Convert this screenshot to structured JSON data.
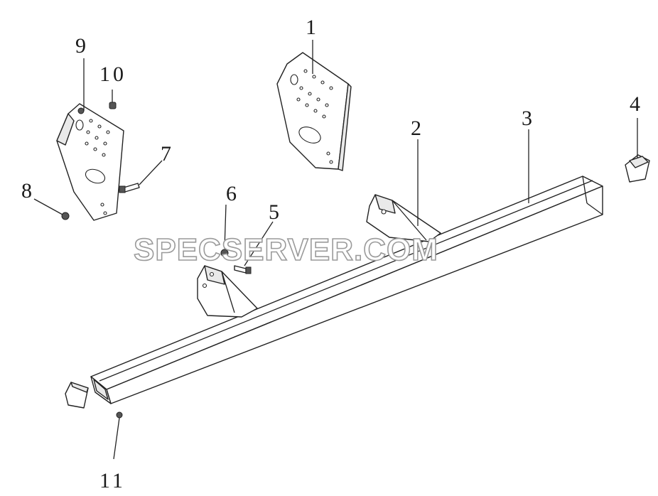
{
  "watermark": "SPECSERVER.COM",
  "callouts": [
    {
      "id": "1",
      "label": "1"
    },
    {
      "id": "2",
      "label": "2"
    },
    {
      "id": "3",
      "label": "3"
    },
    {
      "id": "4",
      "label": "4"
    },
    {
      "id": "5",
      "label": "5"
    },
    {
      "id": "6",
      "label": "6"
    },
    {
      "id": "7",
      "label": "7"
    },
    {
      "id": "8",
      "label": "8"
    },
    {
      "id": "9",
      "label": "9"
    },
    {
      "id": "10",
      "label": "10"
    },
    {
      "id": "11",
      "label": "11"
    }
  ]
}
